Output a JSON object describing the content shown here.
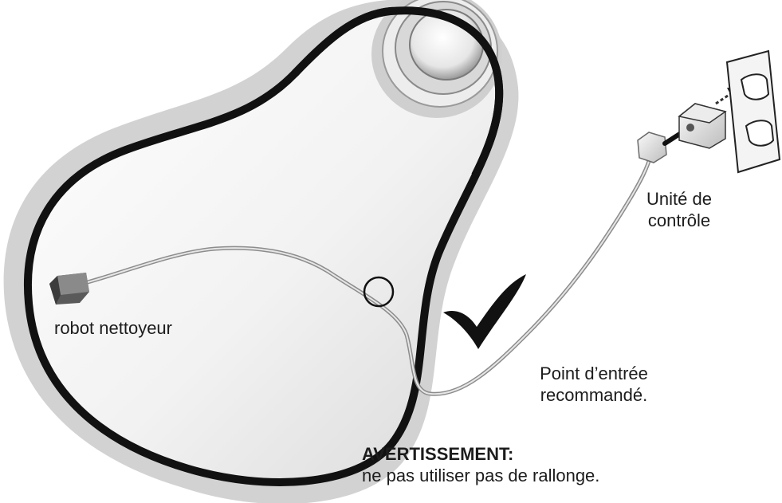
{
  "labels": {
    "robot": "robot nettoyeur",
    "control_unit_line1": "Unité de",
    "control_unit_line2": "contrôle",
    "entry_point_line1": "Point d’entrée",
    "entry_point_line2": "recommandé.",
    "warning_title": "AVERTISSEMENT:",
    "warning_text": "ne pas utiliser pas de rallonge."
  },
  "colors": {
    "pool_rim": "#111111",
    "pool_shadow": "#d4d4d4",
    "cable": "#8a8a8a",
    "checkmark": "#111111"
  },
  "icons": {
    "checkmark": "checkmark-icon",
    "outlet": "wall-outlet-icon",
    "plug": "power-plug-icon"
  }
}
